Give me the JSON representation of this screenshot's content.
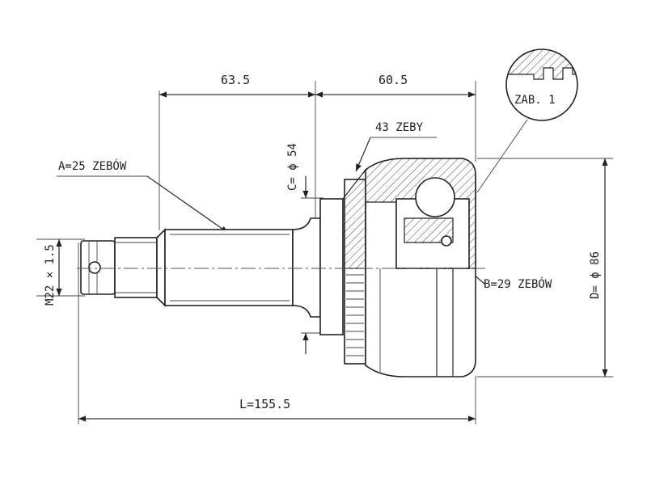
{
  "dimensions": {
    "width_left": "63.5",
    "width_right": "60.5",
    "teeth_ring": "43 ZEBY",
    "spline_a": "A=25 ZEBÓW",
    "spline_b": "B=29 ZEBÓW",
    "diameter_c": "C= ϕ 54",
    "diameter_d": "D= ϕ 86",
    "thread": "M22 × 1.5",
    "length_total": "L=155.5"
  },
  "detail": {
    "label": "ZAB. 1"
  }
}
